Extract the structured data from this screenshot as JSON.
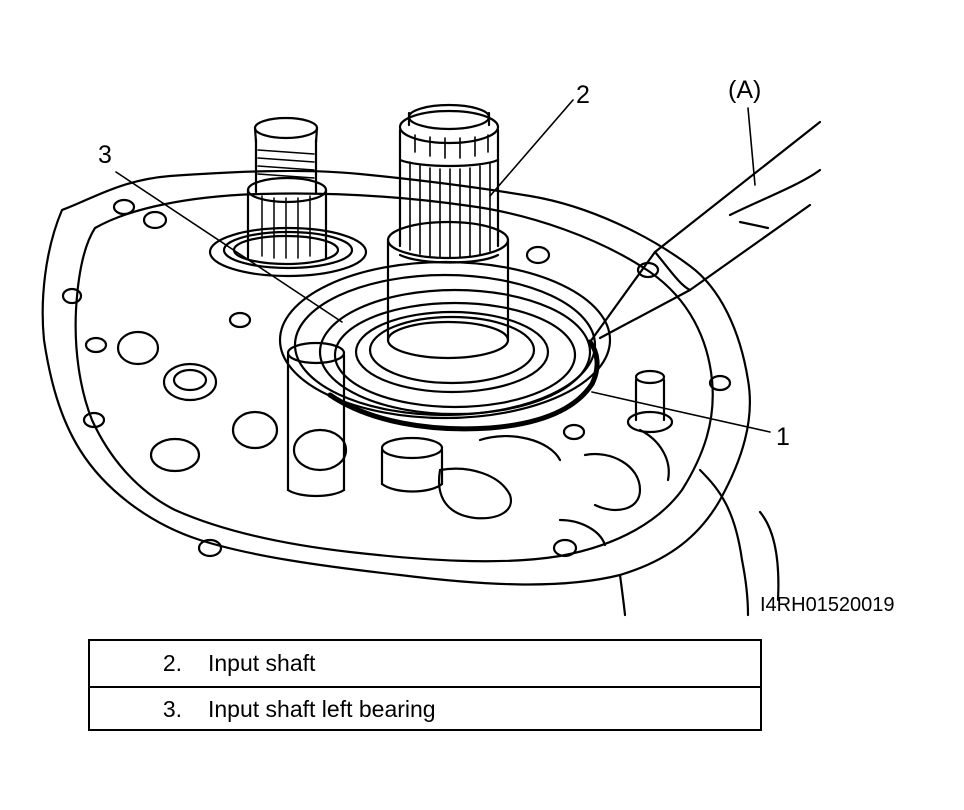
{
  "callouts": {
    "one": "1",
    "two": "2",
    "three": "3",
    "tool": "(A)"
  },
  "figure_code": "I4RH01520019",
  "legend": [
    {
      "number": "2.",
      "text": "Input shaft"
    },
    {
      "number": "3.",
      "text": "Input shaft left bearing"
    }
  ]
}
